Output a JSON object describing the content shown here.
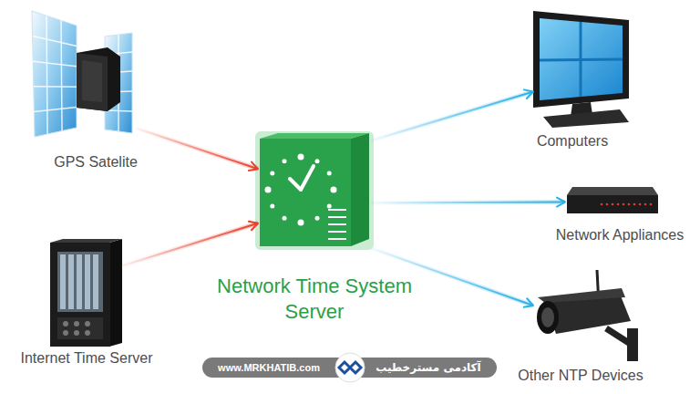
{
  "diagram": {
    "nodes": [
      {
        "text": [
          "GPS Satelite"
        ]
      },
      {
        "text": [
          "Internet Time Server"
        ]
      },
      {
        "text": [
          "Network Time System Server"
        ]
      },
      {
        "text": [
          "Computers"
        ]
      },
      {
        "text": [
          "Network Appliances"
        ]
      },
      {
        "text": [
          "Other NTP Devices"
        ]
      }
    ],
    "edges": [
      {
        "from": 0,
        "to": 2,
        "arrow": "to"
      },
      {
        "from": 1,
        "to": 2,
        "arrow": "to"
      },
      {
        "from": 2,
        "to": 3,
        "arrow": "to"
      },
      {
        "from": 2,
        "to": 4,
        "arrow": "to"
      },
      {
        "from": 2,
        "to": 5,
        "arrow": "to"
      }
    ],
    "labels": [
      "www.MRKHATIB.com",
      "آکادمی مسترخطیب"
    ]
  }
}
